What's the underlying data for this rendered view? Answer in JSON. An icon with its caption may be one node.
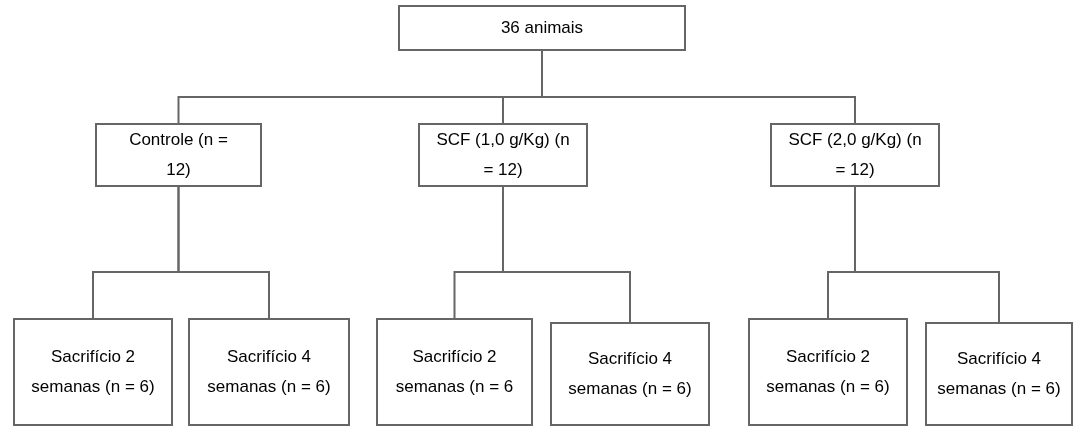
{
  "diagram": {
    "nodes": [
      {
        "text": [
          "36 animais"
        ]
      },
      {
        "text": [
          "Controle (n = 12)"
        ]
      },
      {
        "text": [
          "SCF (1,0 g/Kg) (n = 12)"
        ]
      },
      {
        "text": [
          "SCF (2,0 g/Kg) (n = 12)"
        ]
      },
      {
        "text": [
          "Sacrifício 2 semanas (n = 6)"
        ]
      },
      {
        "text": [
          "Sacrifício 4 semanas (n = 6)"
        ]
      },
      {
        "text": [
          "Sacrifício 2 semanas (n = 6"
        ]
      },
      {
        "text": [
          "Sacrifício 4 semanas (n = 6)"
        ]
      },
      {
        "text": [
          "Sacrifício 2 semanas (n = 6)"
        ]
      },
      {
        "text": [
          "Sacrifício 4 semanas (n = 6)"
        ]
      }
    ],
    "edges": [
      {
        "from": 0,
        "to": 1,
        "arrow": "none"
      },
      {
        "from": 0,
        "to": 2,
        "arrow": "none"
      },
      {
        "from": 0,
        "to": 3,
        "arrow": "none"
      },
      {
        "from": 1,
        "to": 4,
        "arrow": "none"
      },
      {
        "from": 1,
        "to": 5,
        "arrow": "none"
      },
      {
        "from": 2,
        "to": 6,
        "arrow": "none"
      },
      {
        "from": 2,
        "to": 7,
        "arrow": "none"
      },
      {
        "from": 3,
        "to": 8,
        "arrow": "none"
      },
      {
        "from": 3,
        "to": 9,
        "arrow": "none"
      }
    ]
  }
}
